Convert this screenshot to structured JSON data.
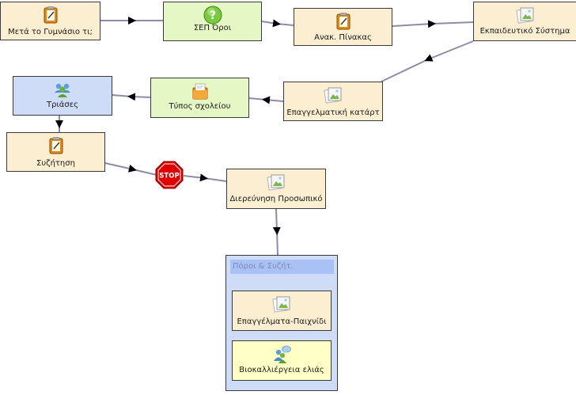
{
  "colors": {
    "activity_fill": "#fcefd1",
    "condition_fill": "#e6f7c6",
    "group_fill": "#cfdcf8",
    "group_header": "#a9c1f4",
    "chat_fill": "#ffffc6",
    "link": "#8c8ca8",
    "arrow": "#000000",
    "stop_red": "#e00000"
  },
  "nodes": [
    {
      "id": "n1",
      "label": "Μετά το Γυμνάσιο τι;",
      "icon": "notepad-icon",
      "type": "activity"
    },
    {
      "id": "n2",
      "label": "ΣΕΠ Όροι",
      "icon": "help-icon",
      "type": "condition"
    },
    {
      "id": "n3",
      "label": "Ανακ. Πίνακας",
      "icon": "notepad-icon",
      "type": "activity"
    },
    {
      "id": "n4",
      "label": "Εκπαιδευτικό Σύστημα",
      "icon": "image-icon",
      "type": "activity"
    },
    {
      "id": "n5",
      "label": "Επαγγελματική κατάρτ",
      "icon": "image-icon",
      "type": "activity"
    },
    {
      "id": "n6",
      "label": "Τύπος σχολείου",
      "icon": "folder-icon",
      "type": "condition"
    },
    {
      "id": "n7",
      "label": "Τριάσες",
      "icon": "group-icon",
      "type": "grouping"
    },
    {
      "id": "n8",
      "label": "Συζήτηση",
      "icon": "notepad-icon",
      "type": "activity"
    },
    {
      "id": "n9",
      "label": "Διερεύνηση Προσωπικό",
      "icon": "image-icon",
      "type": "activity"
    },
    {
      "id": "n10",
      "label": "Επαγγέλματα-Παιχνίδι",
      "icon": "image-icon",
      "type": "activity"
    },
    {
      "id": "n11",
      "label": "Βιοκαλλιέργεια ελιάς",
      "icon": "chat-icon",
      "type": "chat"
    }
  ],
  "group": {
    "title": "Πόροι & Συζήτ."
  },
  "stop_gate": {
    "label": "STOP",
    "icon": "stop-sign-icon"
  }
}
